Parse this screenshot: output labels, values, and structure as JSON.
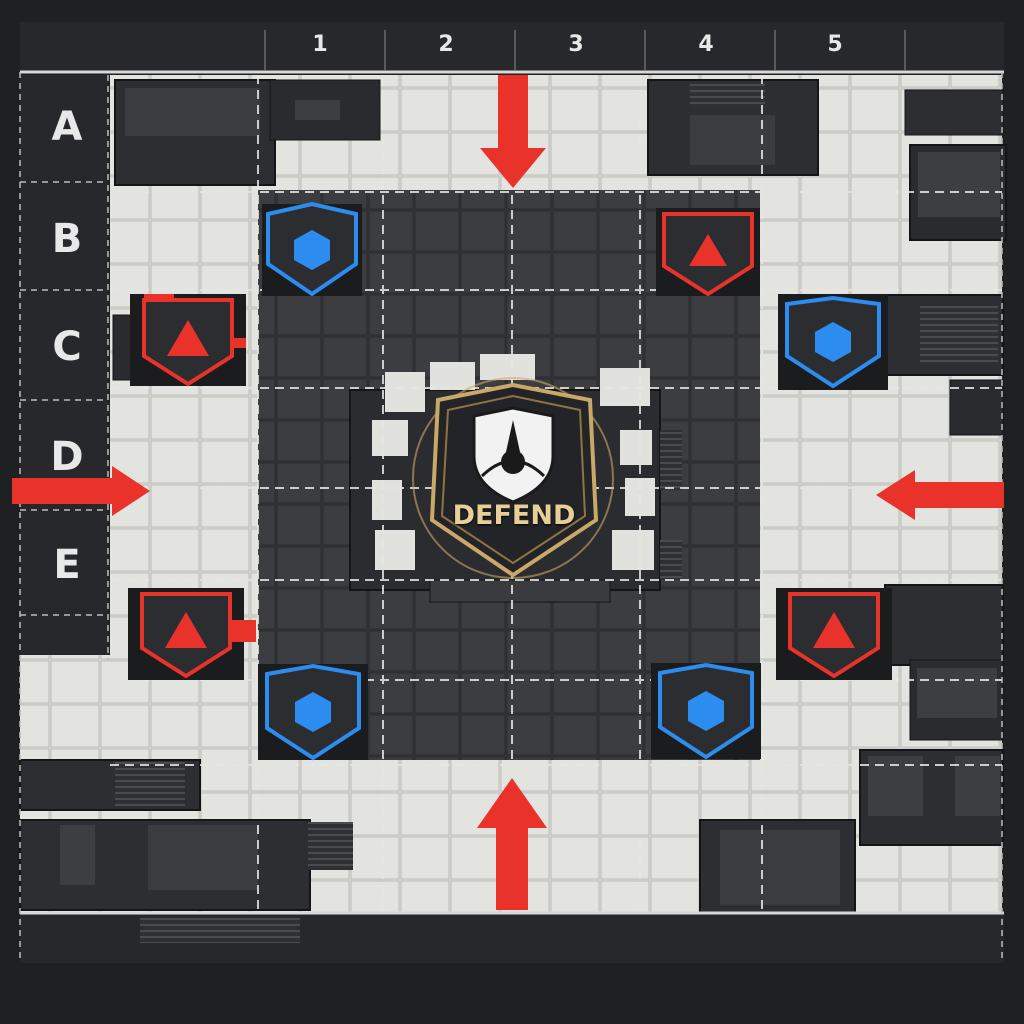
{
  "grid": {
    "columns": [
      "1",
      "2",
      "3",
      "4",
      "5"
    ],
    "rows": [
      "A",
      "B",
      "C",
      "D",
      "E"
    ]
  },
  "objective": {
    "label": "DEFEND",
    "icon": "shield-eye-icon"
  },
  "markers": [
    {
      "type": "ally",
      "icon": "blue-hexagon-icon"
    },
    {
      "type": "enemy",
      "icon": "red-warning-triangle-icon"
    },
    {
      "type": "enemy",
      "icon": "red-warning-triangle-icon"
    },
    {
      "type": "ally",
      "icon": "blue-hexagon-icon"
    },
    {
      "type": "enemy",
      "icon": "red-warning-triangle-icon"
    },
    {
      "type": "enemy",
      "icon": "red-warning-triangle-icon"
    },
    {
      "type": "ally",
      "icon": "blue-hexagon-icon"
    },
    {
      "type": "ally",
      "icon": "blue-hexagon-icon"
    }
  ],
  "attack_arrows": [
    "north",
    "west",
    "east",
    "south"
  ],
  "colors": {
    "ally": "#2d8cf0",
    "enemy": "#e8322a",
    "objective_gold": "#c9a86a",
    "background": "#1f2022",
    "light_ground": "#d8d8d4",
    "dark_ground": "#3a3b3d"
  }
}
